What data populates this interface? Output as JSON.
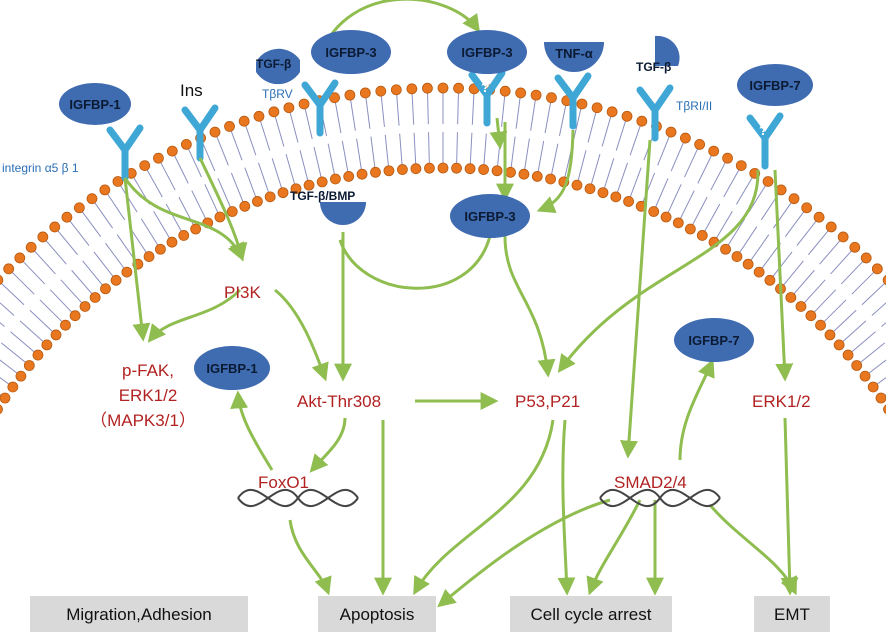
{
  "colors": {
    "arrow": "#8fbd4f",
    "protein_fill": "#3f6bb0",
    "receptor": "#3fa7d6",
    "lipid_head": "#e8771f",
    "node_text": "#b22222",
    "outcome_box": "#d9d9d9",
    "receptor_label": "#2b6fb6"
  },
  "receptor_labels": {
    "integrin": "integrin α5 β 1",
    "tbrv": "TβRV",
    "tbri_ii": "TβRI/II"
  },
  "proteins": {
    "igfbp1_top": "IGFBP-1",
    "ins": "Ins",
    "tgfb_left": "TGF-β",
    "igfbp3_left": "IGFBP-3",
    "igfbp3_center": "IGFBP-3",
    "tnfa": "TNF-α",
    "tgfb_right": "TGF-β",
    "igfbp7_top": "IGFBP-7",
    "tgfb_bmp": "TGF-β/BMP",
    "igfbp3_inner": "IGFBP-3",
    "igfbp1_mid": "IGFBP-1",
    "igfbp7_mid": "IGFBP-7",
    "unknown_mark": "?"
  },
  "nodes": {
    "pi3k": "PI3K",
    "pfak_line1": "p-FAK,",
    "pfak_line2": "ERK1/2",
    "pfak_line3": "（MAPK3/1）",
    "akt": "Akt-Thr308",
    "p53": "P53,P21",
    "erk": "ERK1/2",
    "foxo1": "FoxO1",
    "smad": "SMAD2/4"
  },
  "outcomes": {
    "migration": "Migration,Adhesion",
    "apoptosis": "Apoptosis",
    "cell_cycle": "Cell cycle arrest",
    "emt": "EMT"
  }
}
